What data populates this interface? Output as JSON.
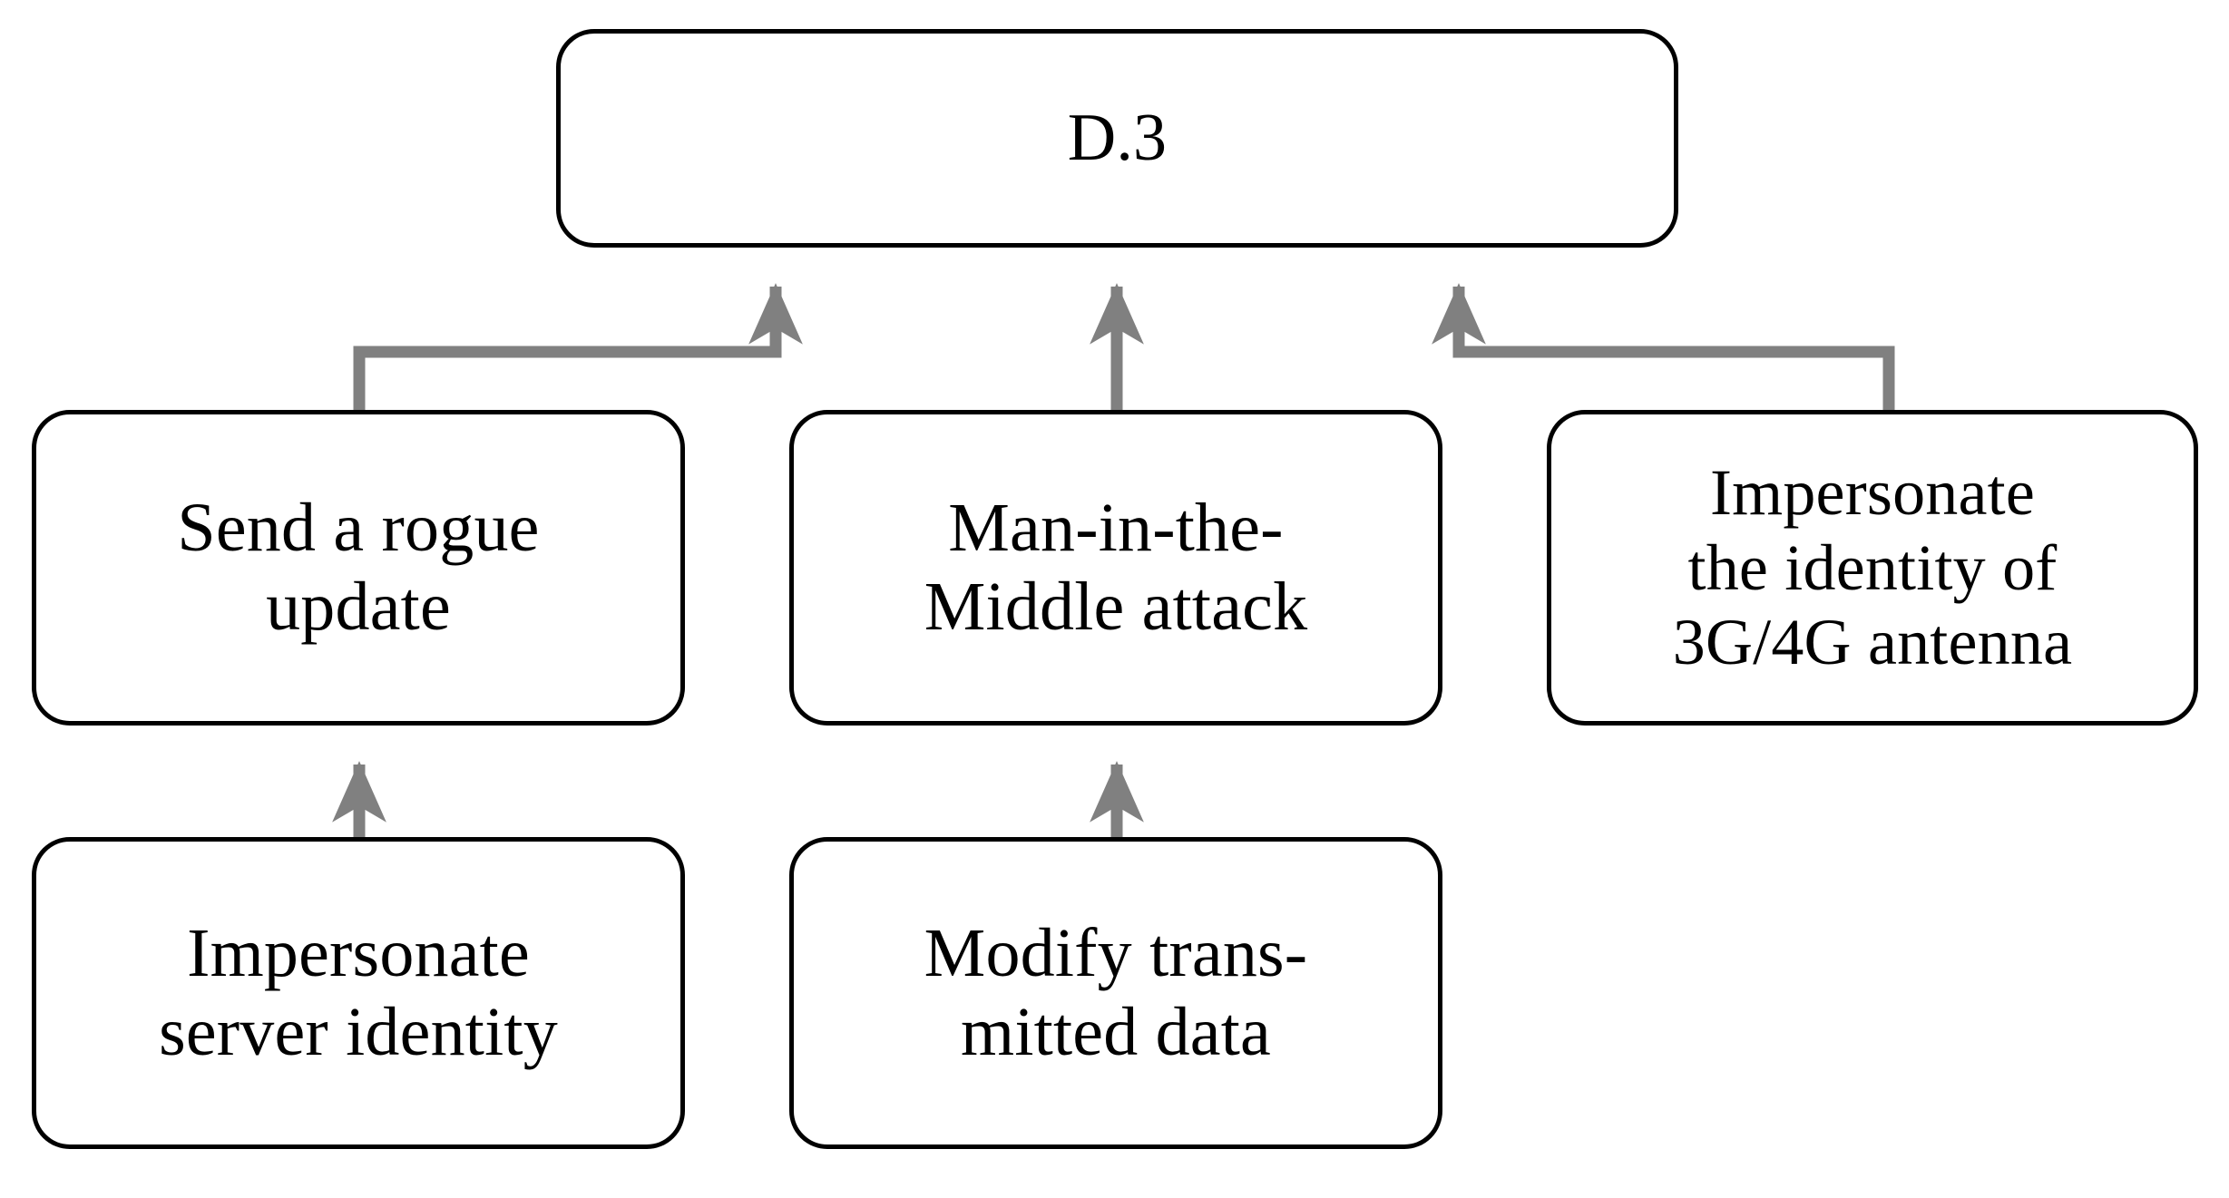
{
  "diagram": {
    "type": "attack-tree",
    "title": "D.3",
    "edge_color": "#808080",
    "node_border_color": "#000000",
    "node_fill_color": "#ffffff",
    "text_color": "#000000",
    "nodes": [
      {
        "id": "root",
        "label": "D.3",
        "level": 0
      },
      {
        "id": "rogue-update",
        "label": "Send a rogue\nupdate",
        "level": 1
      },
      {
        "id": "mitm",
        "label": "Man-in-the-\nMiddle attack",
        "level": 1
      },
      {
        "id": "impersonate-antenna",
        "label": "Impersonate\nthe identity of\n3G/4G antenna",
        "level": 1
      },
      {
        "id": "impersonate-server",
        "label": "Impersonate\nserver identity",
        "level": 2
      },
      {
        "id": "modify-data",
        "label": "Modify trans-\nmitted data",
        "level": 2
      }
    ],
    "edges": [
      {
        "from": "rogue-update",
        "to": "root",
        "style": "elbow"
      },
      {
        "from": "mitm",
        "to": "root",
        "style": "straight"
      },
      {
        "from": "impersonate-antenna",
        "to": "root",
        "style": "elbow"
      },
      {
        "from": "impersonate-server",
        "to": "rogue-update",
        "style": "straight"
      },
      {
        "from": "modify-data",
        "to": "mitm",
        "style": "straight"
      }
    ]
  }
}
